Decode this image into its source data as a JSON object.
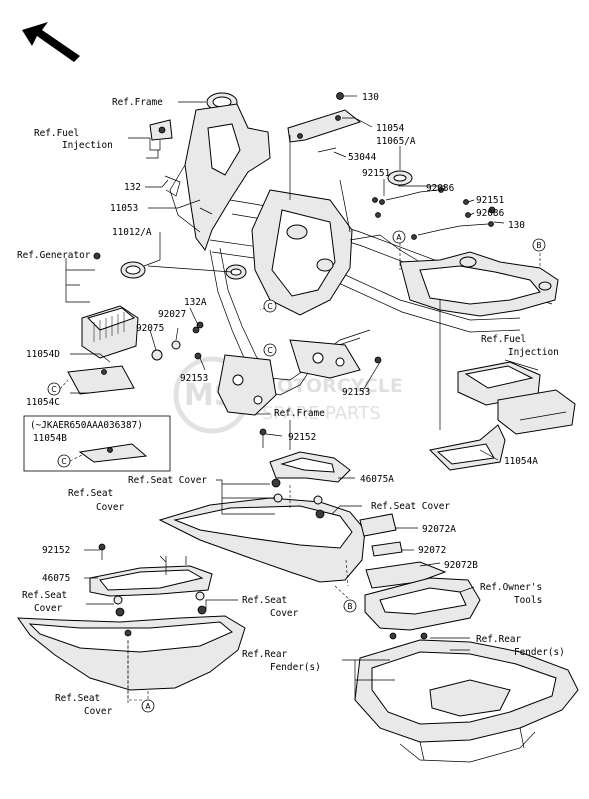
{
  "callouts": {
    "ref_frame_top": "Ref.Frame",
    "ref_fuel_injection_left_1": "Ref.Fuel",
    "ref_fuel_injection_left_2": "Injection",
    "p132": "132",
    "p11053": "11053",
    "p11012a": "11012/A",
    "ref_generator": "Ref.Generator",
    "p132a": "132A",
    "p92027": "92027",
    "p92075": "92075",
    "p11054d": "11054D",
    "p92153_left": "92153",
    "p11054c": "11054C",
    "p130_top": "130",
    "p11054": "11054",
    "p53044": "53044",
    "p11065a": "11065/A",
    "p92151_a": "92151",
    "p92086_a": "92086",
    "p92151_b": "92151",
    "p92086_b": "92086",
    "p130_right": "130",
    "ref_fuel_injection_right_1": "Ref.Fuel",
    "ref_fuel_injection_right_2": "Injection",
    "p92153_right": "92153",
    "ref_frame_mid": "Ref.Frame",
    "p11054a": "11054A",
    "inset_text": "(~JKAER650AAA036387)",
    "p11054b": "11054B",
    "p92152_mid": "92152",
    "ref_seat_cover_mid": "Ref.Seat Cover",
    "p46075a": "46075A",
    "ref_seat_cover_right": "Ref.Seat Cover",
    "p92072a": "92072A",
    "p92072": "92072",
    "p92072b": "92072B",
    "ref_owners_tools_1": "Ref.Owner's",
    "ref_owners_tools_2": "Tools",
    "ref_seat_cover_left_1": "Ref.Seat",
    "ref_seat_cover_left_2": "Cover",
    "p92152_left": "92152",
    "p46075": "46075",
    "ref_seat_cover_l2_1": "Ref.Seat",
    "ref_seat_cover_l2_2": "Cover",
    "ref_seat_cover_c_1": "Ref.Seat",
    "ref_seat_cover_c_2": "Cover",
    "ref_rear_fender_l_1": "Ref.Rear",
    "ref_rear_fender_l_2": "Fender(s)",
    "ref_rear_fender_r_1": "Ref.Rear",
    "ref_rear_fender_r_2": "Fender(s)",
    "ref_seat_cover_bottom_1": "Ref.Seat",
    "ref_seat_cover_bottom_2": "Cover"
  },
  "circle_markers": {
    "a": "A",
    "b": "B",
    "c": "C"
  },
  "watermark": {
    "line1": "MOTORCYCLE",
    "line2": "SPARE PARTS",
    "logo": "MSP"
  }
}
